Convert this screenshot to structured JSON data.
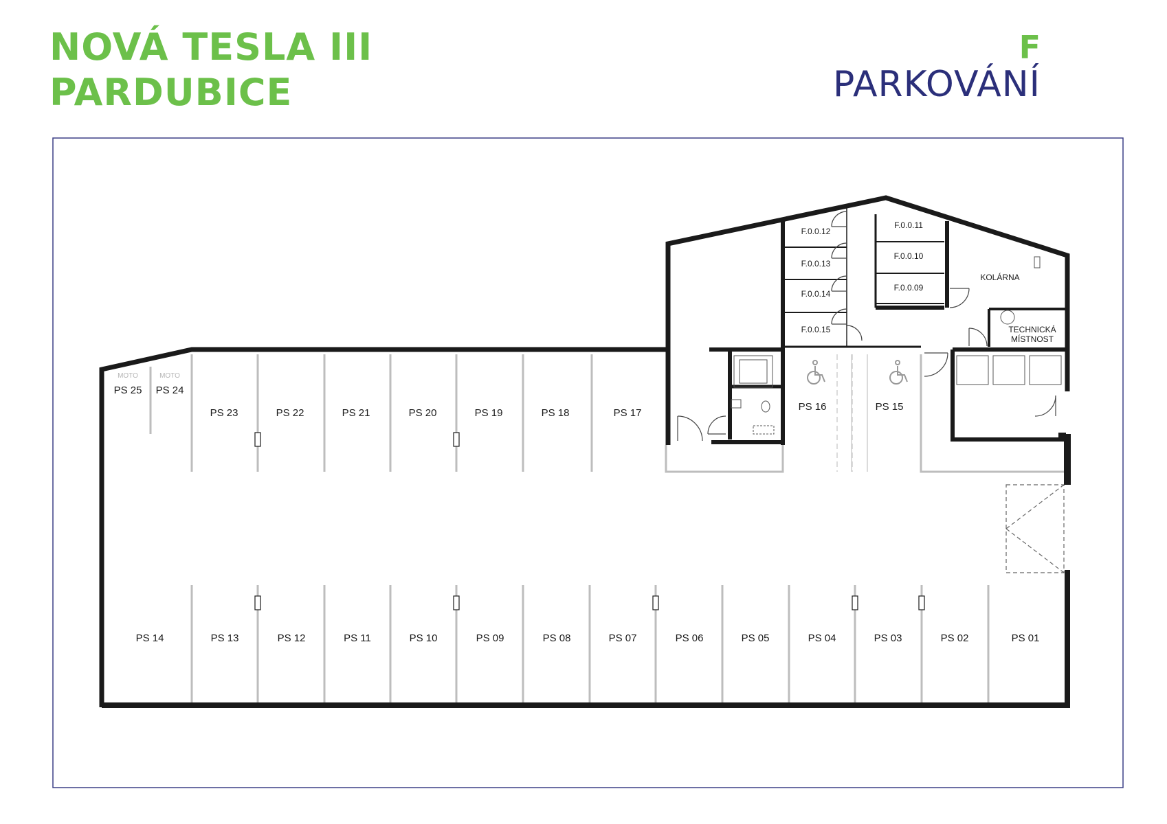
{
  "header": {
    "title_lines": [
      "NOVÁ TESLA III",
      "PARDUBICE"
    ],
    "section_letter": "F",
    "section_name": "PARKOVÁNÍ"
  },
  "colors": {
    "title": "#6cc04a",
    "section": "#2b2f7a",
    "frame": "#3b3f86",
    "wall": "#1a1a1a",
    "line": "#bdbdbd"
  },
  "parking": {
    "moto_tag": "MOTO",
    "top_row": [
      "PS 25",
      "PS 24",
      "PS 23",
      "PS 22",
      "PS 21",
      "PS 20",
      "PS 19",
      "PS 18",
      "PS 17",
      "PS 16",
      "PS 15"
    ],
    "bottom_row": [
      "PS 14",
      "PS 13",
      "PS 12",
      "PS 11",
      "PS 10",
      "PS 09",
      "PS 08",
      "PS 07",
      "PS 06",
      "PS 05",
      "PS 04",
      "PS 03",
      "PS 02",
      "PS 01"
    ],
    "accessible_spaces": [
      "PS 16",
      "PS 15"
    ]
  },
  "rooms": {
    "storage_left": [
      "F.0.0.12",
      "F.0.0.13",
      "F.0.0.14",
      "F.0.0.15"
    ],
    "storage_right": [
      "F.0.0.11",
      "F.0.0.10",
      "F.0.0.09"
    ],
    "bike_room": "KOLÁRNA",
    "technical_room": [
      "TECHNICKÁ",
      "MÍSTNOST"
    ]
  }
}
